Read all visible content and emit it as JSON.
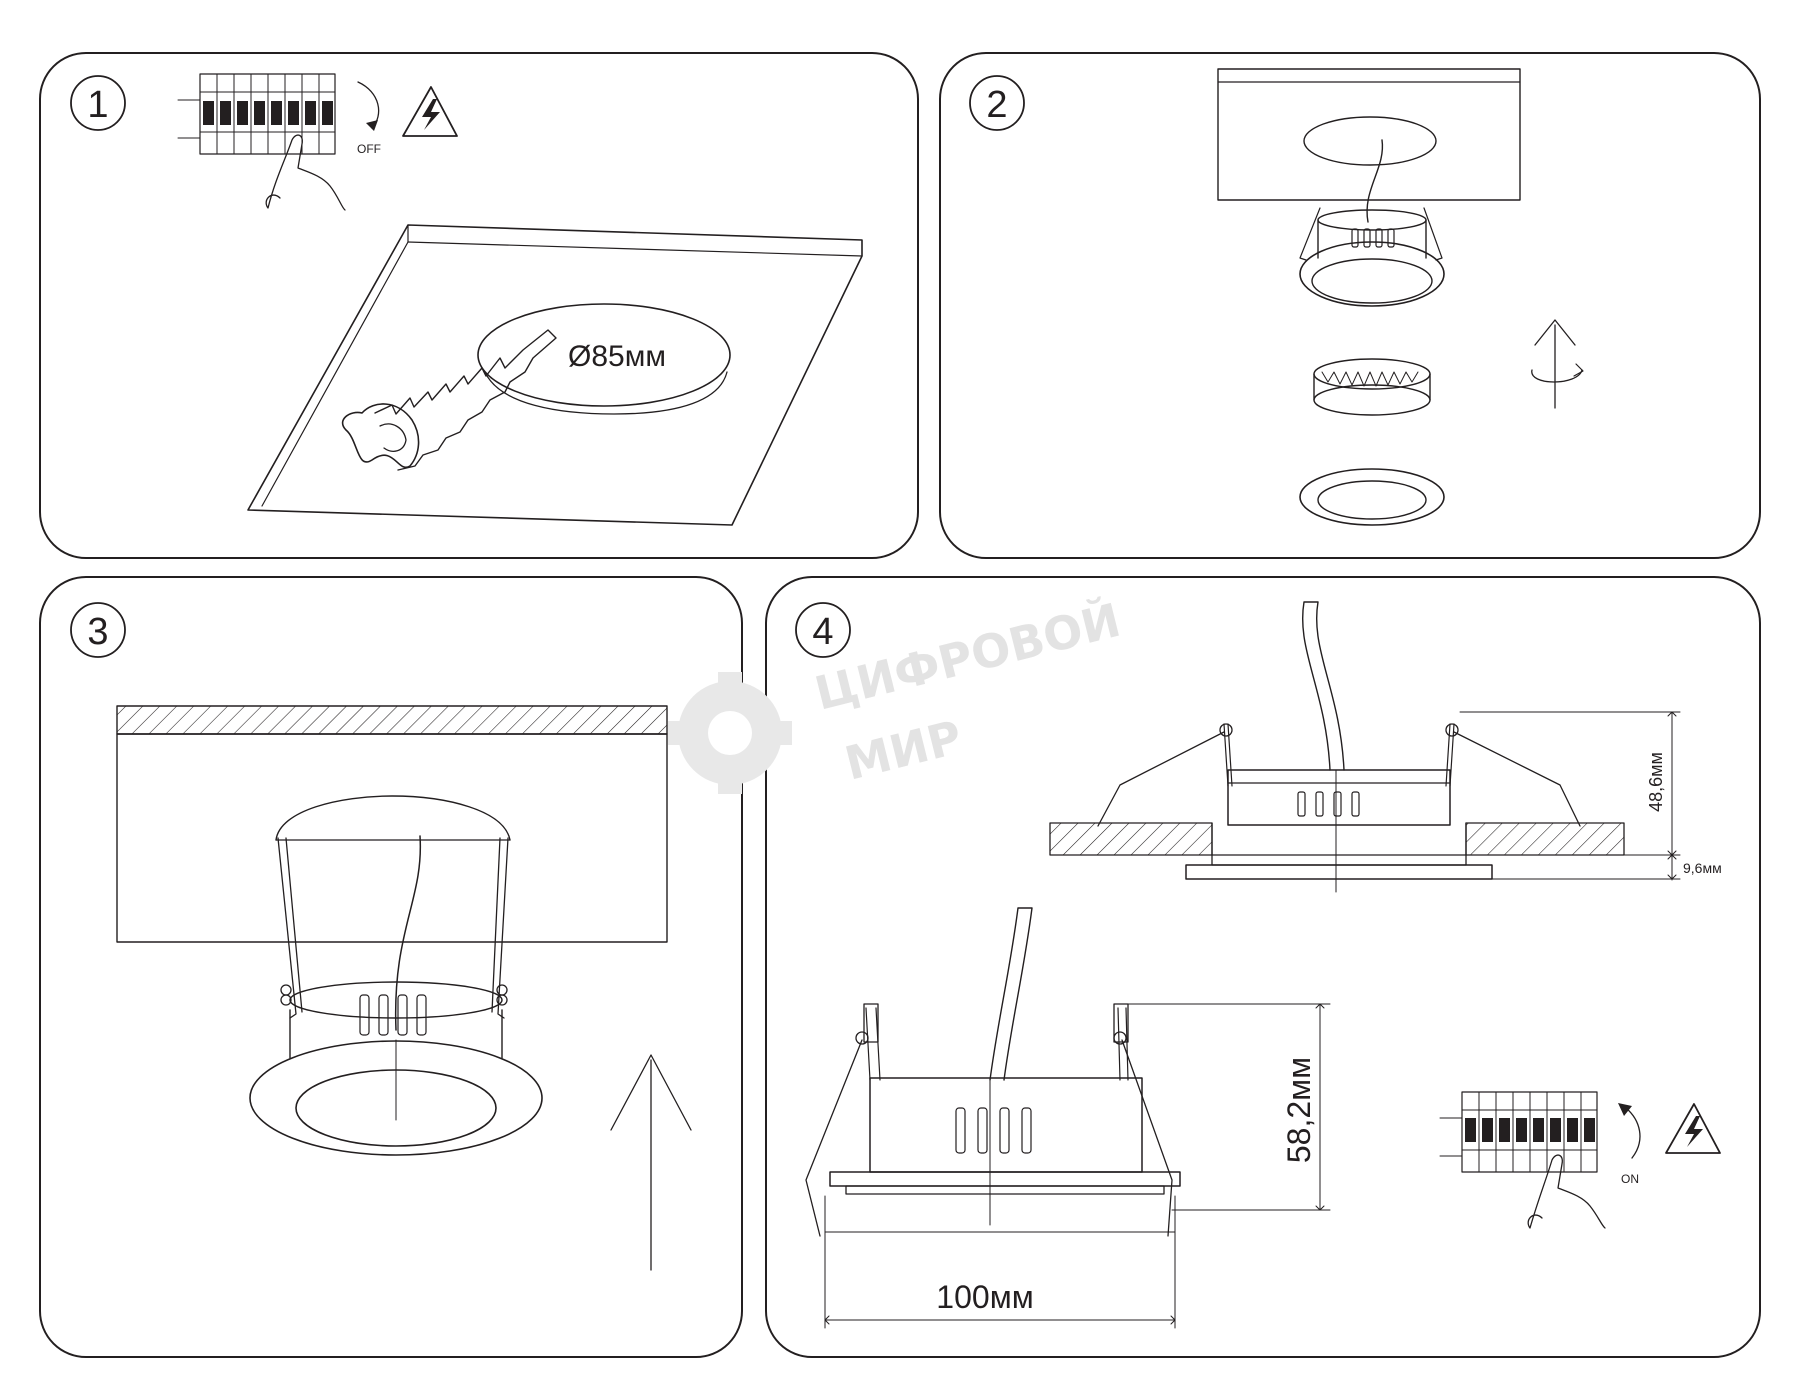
{
  "steps": [
    {
      "number": "1",
      "switch_label": "OFF",
      "hole_label": "Ø85мм"
    },
    {
      "number": "2"
    },
    {
      "number": "3"
    },
    {
      "number": "4",
      "dims": {
        "height_top": "48,6мм",
        "trim": "9,6мм",
        "height_side": "58,2мм",
        "width": "100мм"
      },
      "switch_label": "ON"
    }
  ],
  "watermark": {
    "line1": "ЦИФРОВОЙ",
    "line2": "МИР"
  }
}
